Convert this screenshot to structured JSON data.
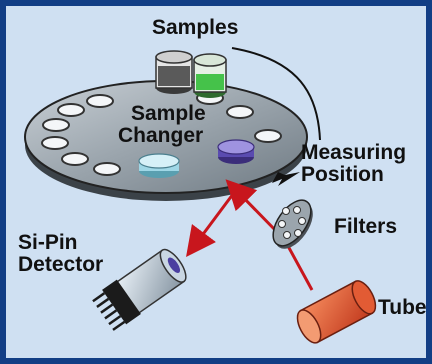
{
  "labels": {
    "samples": "Samples",
    "sample_changer_line1": "Sample",
    "sample_changer_line2": "Changer",
    "measuring_line1": "Measuring",
    "measuring_line2": "Position",
    "filters": "Filters",
    "detector_line1": "Si-Pin",
    "detector_line2": "Detector",
    "tube": "Tube"
  },
  "colors": {
    "background": "#cfe0f2",
    "border": "#123e85",
    "beam": "#c8161d",
    "plate": "#8e9aa3",
    "tube": "#e0512f"
  }
}
